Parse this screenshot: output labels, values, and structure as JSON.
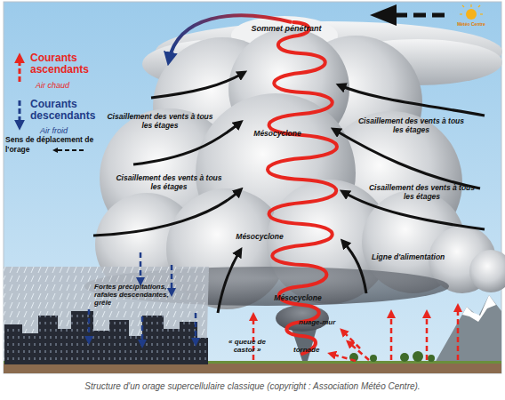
{
  "diagram": {
    "caption": "Structure d'un orage supercellulaire classique (copyright : Association Météo Centre).",
    "labels": [
      "Sommet pénétrant",
      "Air chaud",
      "Air froid",
      "Cisaillement des vents à tous les étages",
      "Mésocyclone",
      "Cisaillement des vents à tous les étages",
      "Cisaillement des vents à tous les étages",
      "Mésocyclone",
      "Cisaillement des vents à tous les étages",
      "Ligne d'alimentation",
      "Fortes précipitations, rafales descendantes, grêle",
      "Mésocyclone",
      "nuage-mur",
      "« queue de castor »",
      "tornade",
      "Météo Centre"
    ],
    "legend": [
      {
        "text": "Courants ascendants"
      },
      {
        "text": "Courants descendants"
      },
      {
        "text": "Sens de déplacement de l'orage"
      }
    ]
  }
}
